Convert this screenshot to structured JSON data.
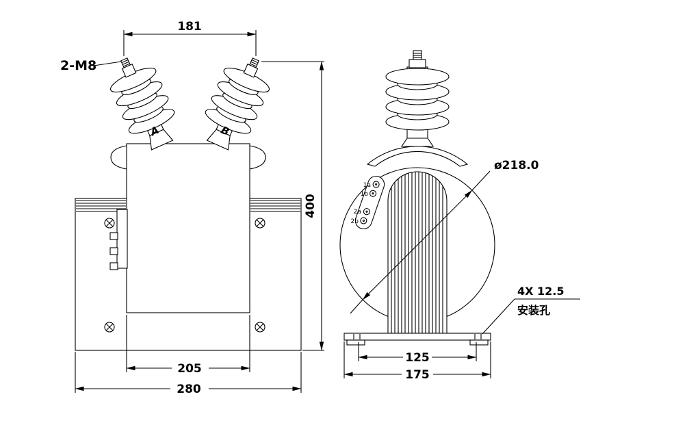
{
  "page": {
    "background": "#ffffff",
    "line_color": "#000000"
  },
  "front_view": {
    "dim_terminal_spacing": "181",
    "stud_callout": "2-M8",
    "phase_a": "A",
    "phase_b": "B",
    "dim_total_height": "400",
    "dim_tank_width": "205",
    "dim_base_width": "280"
  },
  "side_view": {
    "dim_body_diameter": "ø218.0",
    "terminal_labels": [
      "1a",
      "1b",
      "2a",
      "2b"
    ],
    "mount_callout_size": "4X 12.5",
    "mount_callout_name": "安装孔",
    "dim_hole_spacing": "125",
    "dim_foot_width": "175"
  }
}
